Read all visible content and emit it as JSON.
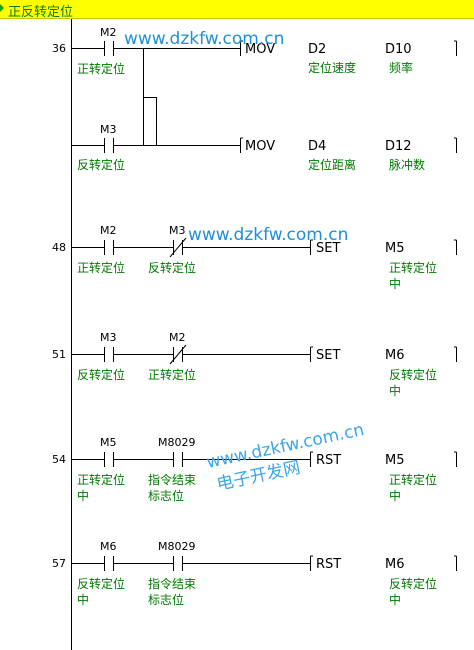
{
  "header": {
    "title": "正反转定位"
  },
  "rungs": [
    {
      "step": "36"
    },
    {
      "step": "48"
    },
    {
      "step": "51"
    },
    {
      "step": "54"
    },
    {
      "step": "57"
    }
  ],
  "contacts": {
    "r36_m2": {
      "device": "M2",
      "comment": "正转定位"
    },
    "r36_m3": {
      "device": "M3",
      "comment": "反转定位"
    },
    "r48_m2": {
      "device": "M2",
      "comment": "正转定位"
    },
    "r48_m3": {
      "device": "M3",
      "comment": "反转定位"
    },
    "r51_m3": {
      "device": "M3",
      "comment": "反转定位"
    },
    "r51_m2": {
      "device": "M2",
      "comment": "正转定位"
    },
    "r54_m5": {
      "device": "M5",
      "comment1": "正转定位",
      "comment2": "中"
    },
    "r54_m8029": {
      "device": "M8029",
      "comment1": "指令结束",
      "comment2": "标志位"
    },
    "r57_m6": {
      "device": "M6",
      "comment1": "反转定位",
      "comment2": "中"
    },
    "r57_m8029": {
      "device": "M8029",
      "comment1": "指令结束",
      "comment2": "标志位"
    }
  },
  "instructions": {
    "i1": {
      "op": "MOV",
      "arg1": "D2",
      "arg1_comment": "定位速度",
      "arg2": "D10",
      "arg2_comment": "频率"
    },
    "i2": {
      "op": "MOV",
      "arg1": "D4",
      "arg1_comment": "定位距离",
      "arg2": "D12",
      "arg2_comment": "脉冲数"
    },
    "i3": {
      "op": "SET",
      "arg": "M5",
      "comment1": "正转定位",
      "comment2": "中"
    },
    "i4": {
      "op": "SET",
      "arg": "M6",
      "comment1": "反转定位",
      "comment2": "中"
    },
    "i5": {
      "op": "RST",
      "arg": "M5",
      "comment1": "正转定位",
      "comment2": "中"
    },
    "i6": {
      "op": "RST",
      "arg": "M6",
      "comment1": "反转定位",
      "comment2": "中"
    }
  },
  "watermarks": {
    "wm1": "www.dzkfw.com.cn",
    "wm2": "www.dzkfw.com.cn",
    "wm3": "www.dzkfw.com.cn",
    "wm4": "电子开发网"
  },
  "colors": {
    "header_bg": "#ffff00",
    "comment_text": "#007a00",
    "watermark": "#1e90d6"
  }
}
